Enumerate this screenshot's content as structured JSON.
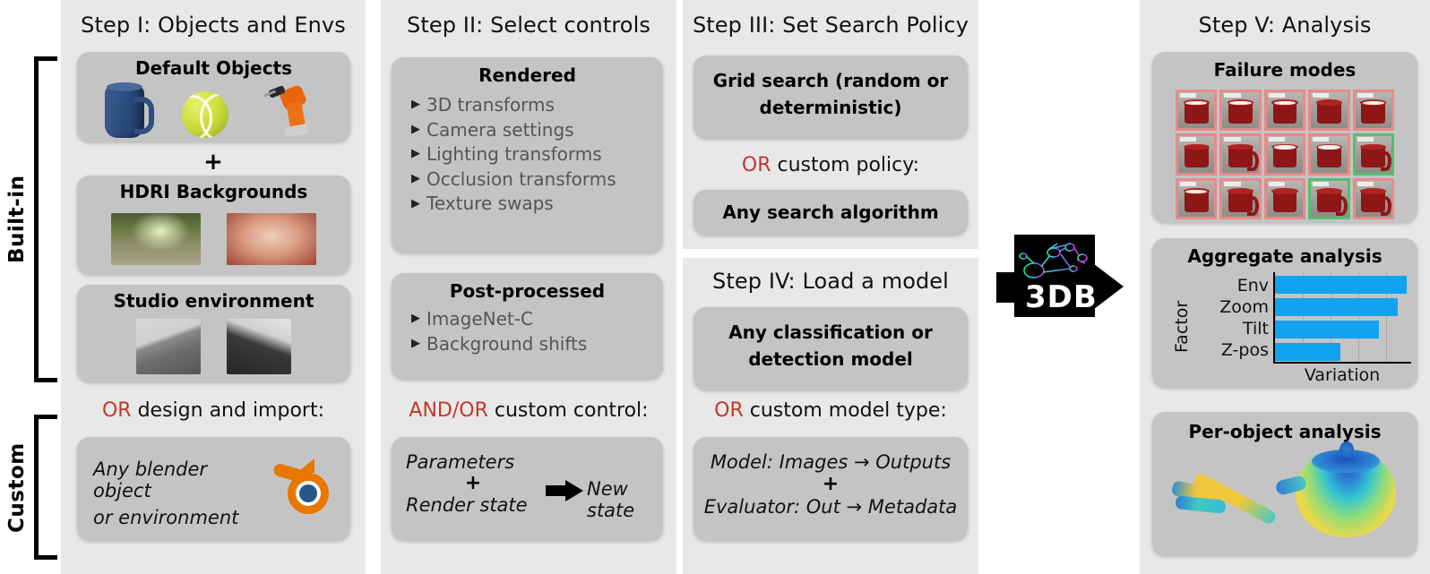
{
  "figure": {
    "side_labels": [
      {
        "name": "built-in",
        "text": "Built-in"
      },
      {
        "name": "custom",
        "text": "Custom"
      }
    ],
    "pipeline_logo": {
      "text": "3DB",
      "icon": "neural-network-icon",
      "arrow": "right-arrow-icon"
    }
  },
  "step1": {
    "title": "Step I: Objects and Envs",
    "cards": [
      {
        "title": "Default Objects",
        "items": [
          "blue-pitcher-thumbnail",
          "tennis-ball-thumbnail",
          "power-drill-thumbnail"
        ]
      },
      {
        "title": "HDRI Backgrounds",
        "items": [
          "forest-hdri-thumbnail",
          "interior-hdri-thumbnail"
        ]
      },
      {
        "title": "Studio environment",
        "items": [
          "studio-scene-a-thumbnail",
          "studio-scene-b-thumbnail"
        ]
      }
    ],
    "plus": "+",
    "connector": {
      "keyword": "OR",
      "text": " design and import:"
    },
    "custom_card": {
      "line1": "Any blender object",
      "line2": "or environment",
      "icon": "blender-logo-icon"
    }
  },
  "step2": {
    "title": "Step II: Select controls",
    "rendered": {
      "title": "Rendered",
      "items": [
        "3D transforms",
        "Camera settings",
        "Lighting transforms",
        "Occlusion transforms",
        "Texture swaps"
      ]
    },
    "post": {
      "title": "Post-processed",
      "items": [
        "ImageNet-C",
        "Background shifts"
      ]
    },
    "connector": {
      "keyword": "AND/OR",
      "text": " custom control:"
    },
    "custom_card": {
      "left_top": "Parameters",
      "plus": "+",
      "left_bottom": "Render state",
      "arrow": "right-arrow-icon",
      "right": "New state"
    }
  },
  "step3": {
    "title": "Step III: Set Search Policy",
    "primary": {
      "line1": "Grid search (random or",
      "line2": "deterministic)"
    },
    "connector": {
      "keyword": "OR",
      "text": " custom policy:"
    },
    "custom_card": {
      "text": "Any search algorithm"
    }
  },
  "step4": {
    "title": "Step IV: Load a model",
    "primary": {
      "line1": "Any classification or",
      "line2": "detection model"
    },
    "connector": {
      "keyword": "OR",
      "text": " custom model type:"
    },
    "custom_card": {
      "line1": "Model: Images → Outputs",
      "plus": "+",
      "line2": "Evaluator: Out → Metadata"
    }
  },
  "step5": {
    "title": "Step V: Analysis",
    "failure": {
      "title": "Failure modes",
      "cells": [
        {
          "status": "red"
        },
        {
          "status": "red"
        },
        {
          "status": "red"
        },
        {
          "status": "red"
        },
        {
          "status": "red"
        },
        {
          "status": "red"
        },
        {
          "status": "red"
        },
        {
          "status": "red"
        },
        {
          "status": "red"
        },
        {
          "status": "green"
        },
        {
          "status": "red"
        },
        {
          "status": "red"
        },
        {
          "status": "red"
        },
        {
          "status": "green"
        },
        {
          "status": "red"
        }
      ]
    },
    "aggregate": {
      "title": "Aggregate analysis"
    },
    "per_object": {
      "title": "Per-object analysis",
      "items": [
        "hammer-heatmap-mesh",
        "teapot-heatmap-mesh"
      ]
    }
  },
  "chart_data": {
    "type": "bar",
    "title": "Aggregate analysis",
    "orientation": "horizontal",
    "categories": [
      "Env",
      "Zoom",
      "Tilt",
      "Z-pos"
    ],
    "values": [
      97,
      90,
      76,
      48
    ],
    "xlabel": "Variation",
    "ylabel": "Factor",
    "xlim": [
      0,
      100
    ],
    "grid": true,
    "bar_color": "#11a2f0",
    "xticks": [],
    "legend": "none"
  },
  "colors": {
    "panel_bg": "#e8e8e8",
    "card_bg": "#c4c4c4",
    "accent_red": "#c0392b",
    "bar_blue": "#11a2f0",
    "correct_green": "#55bf6e",
    "incorrect_red": "#e88a8a"
  }
}
